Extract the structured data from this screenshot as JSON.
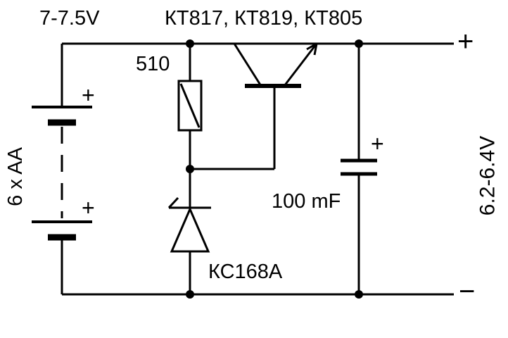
{
  "diagram": {
    "labels": {
      "input_voltage": "7-7.5V",
      "transistor_models": "КТ817, КТ819, КТ805",
      "resistor_value": "510",
      "battery_pack": "6 x AA",
      "capacitor_value": "100 mF",
      "zener_model": "КС168А",
      "output_voltage": "6.2-6.4V",
      "output_positive": "+",
      "output_negative": "−",
      "battery_cell1_polarity": "+",
      "battery_cell2_polarity": "+",
      "capacitor_polarity": "+"
    },
    "colors": {
      "line": "#000000",
      "background": "#ffffff"
    }
  }
}
